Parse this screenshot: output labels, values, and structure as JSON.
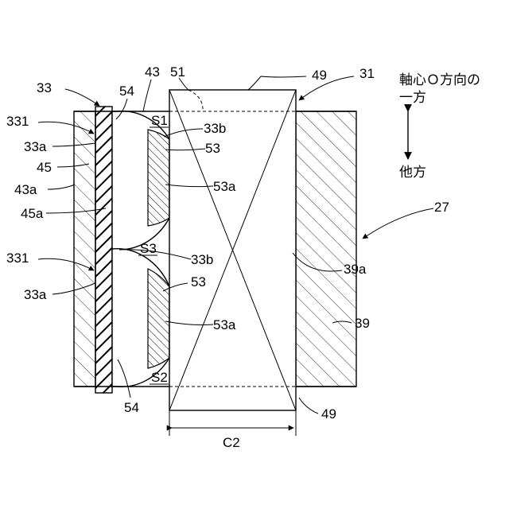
{
  "labels": {
    "l33": "33",
    "l54_top": "54",
    "l43": "43",
    "l51": "51",
    "l49_top": "49",
    "l31": "31",
    "l331_top": "331",
    "lS1": "S1",
    "l33b_top": "33b",
    "l33a_top": "33a",
    "l53_top": "53",
    "l45": "45",
    "l43a": "43a",
    "l53a_top": "53a",
    "l45a": "45a",
    "l27": "27",
    "l331_bot": "331",
    "lS3": "S3",
    "l33b_bot": "33b",
    "l39a": "39a",
    "l33a_bot": "33a",
    "l53_bot": "53",
    "l53a_bot": "53a",
    "l39": "39",
    "lS2": "S2",
    "l54_bot": "54",
    "l49_bot": "49",
    "lC2": "C2"
  },
  "direction": {
    "line1": "軸心Ｏ方向の",
    "line2": "一方",
    "line3": "他方"
  }
}
